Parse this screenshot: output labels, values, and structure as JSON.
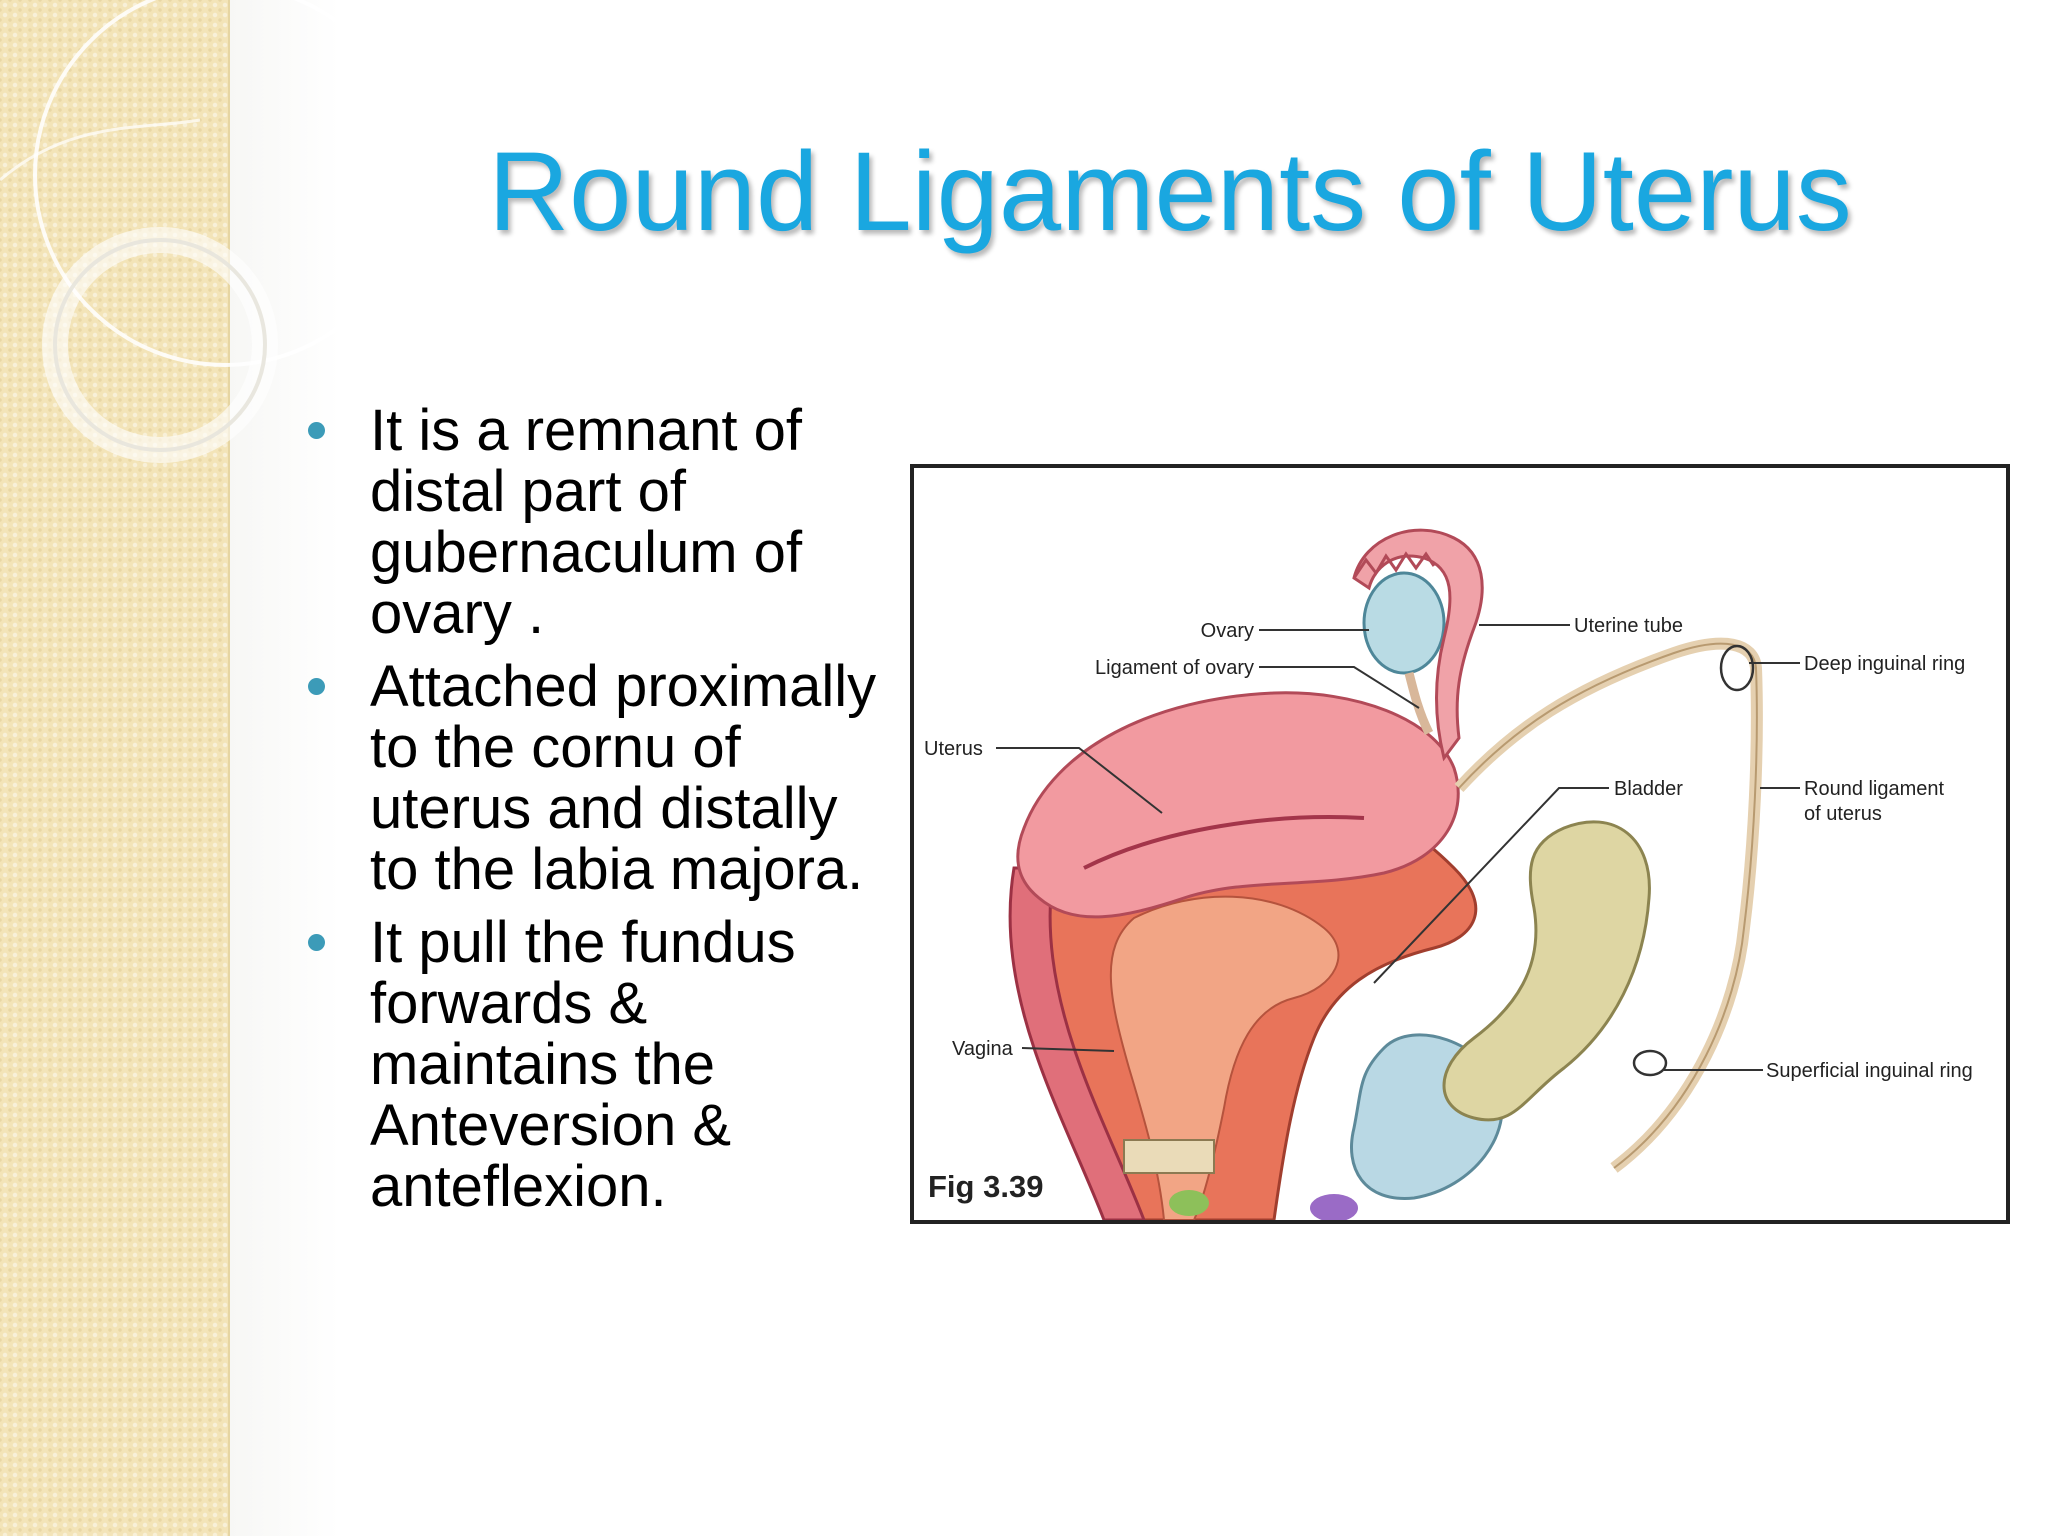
{
  "slide": {
    "title": "Round Ligaments of Uterus",
    "bullets": [
      "It is a remnant of distal part of gubernaculum of ovary .",
      "Attached proximally to the cornu of uterus and distally to the labia majora.",
      "It pull the fundus forwards & maintains the Anteversion & anteflexion."
    ]
  },
  "figure": {
    "caption": "Fig 3.39",
    "labels": {
      "ovary": "Ovary",
      "ligament_of_ovary": "Ligament of ovary",
      "uterus": "Uterus",
      "vagina": "Vagina",
      "uterine_tube": "Uterine tube",
      "deep_inguinal_ring": "Deep inguinal ring",
      "bladder": "Bladder",
      "round_ligament_1": "Round ligament",
      "round_ligament_2": "of uterus",
      "superficial_inguinal_ring": "Superficial inguinal ring"
    }
  },
  "colors": {
    "title": "#1aa7e0",
    "bullet": "#3c9bb8",
    "side_band": "#f3e4b8"
  }
}
